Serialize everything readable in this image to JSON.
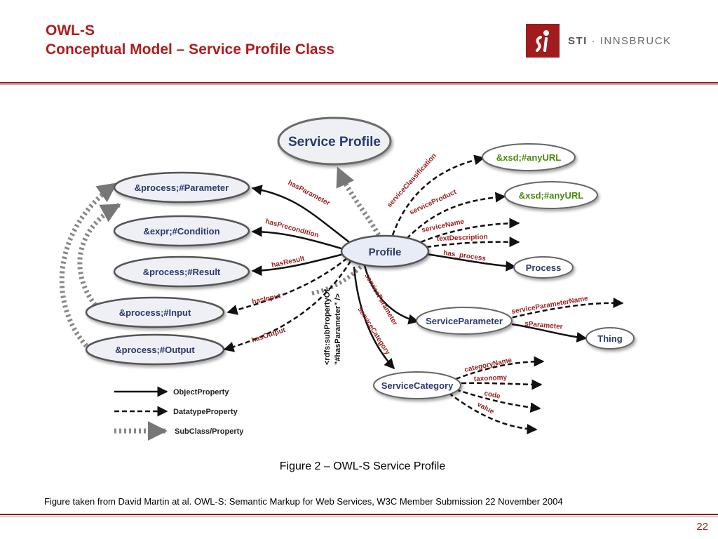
{
  "slide": {
    "title": "OWL-S",
    "subtitle": "Conceptual Model – Service Profile Class",
    "caption": "Figure 2 – OWL-S Service Profile",
    "source": "Figure taken from David Martin at al. OWL-S: Semantic Markup for Web Services, W3C Member Submission 22 November 2004",
    "page_number": "22"
  },
  "logo": {
    "brand": "STI",
    "separator": "·",
    "place": "INNSBRUCK",
    "color": "#a11d1d"
  },
  "diagram": {
    "nodes": {
      "service_profile": "Service Profile",
      "profile": "Profile",
      "parameter": "&process;#Parameter",
      "condition": "&expr;#Condition",
      "result": "&process;#Result",
      "input": "&process;#Input",
      "output": "&process;#Output",
      "anyurl1": "&xsd;#anyURL",
      "anyurl2": "&xsd;#anyURL",
      "process": "Process",
      "service_parameter": "ServiceParameter",
      "thing": "Thing",
      "service_category": "ServiceCategory"
    },
    "edges": {
      "hasParameter": "hasParameter",
      "hasPrecondition": "hasPrecondition",
      "hasResult": "hasResult",
      "hasInput": "hasInput",
      "hasOutput": "hasOutput",
      "serviceClassification": "serviceClassification",
      "serviceProduct": "serviceProduct",
      "serviceName": "serviceName",
      "textDescription": "textDescription",
      "has_process": "has_process",
      "serviceParameter": "serviceParameter",
      "serviceCategory": "serviceCategory",
      "serviceParameterName": "serviceParameterName",
      "sParameter": "sParameter",
      "categoryName": "categoryName",
      "taxonomy": "taxonomy",
      "code": "code",
      "value": "value",
      "subprop_line1": "<rdfs:subPropertyOf",
      "subprop_line2": "\"#hasParameter\" />"
    },
    "legend": {
      "object": "ObjectProperty",
      "datatype": "DatatypeProperty",
      "subclass": "SubClass/Property"
    },
    "colors": {
      "literal_text": "#4a8a10",
      "label_red": "#9c2020",
      "node_text": "#2a3a6a"
    }
  }
}
